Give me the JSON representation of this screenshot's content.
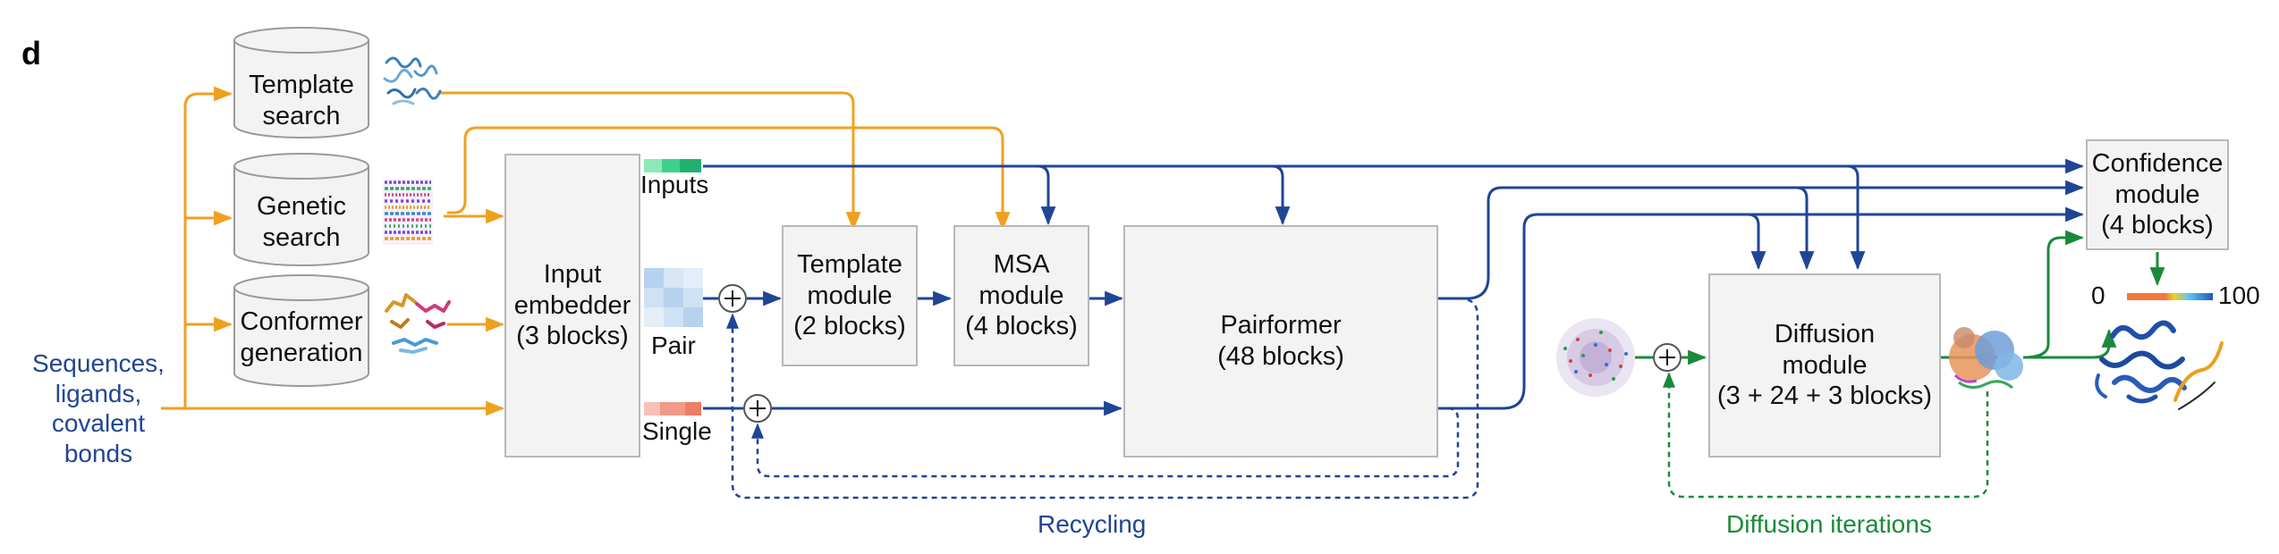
{
  "panel_letter": "d",
  "colors": {
    "orange": "#f0a020",
    "blue": "#1f4595",
    "green": "#1a8a3a",
    "box_fill": "#f3f3f3",
    "box_border": "#b8b8b8"
  },
  "inputs_text": "Sequences,\nligands,\ncovalent\nbonds",
  "databases": [
    {
      "label": "Template\nsearch"
    },
    {
      "label": "Genetic\nsearch"
    },
    {
      "label": "Conformer\ngeneration"
    }
  ],
  "modules": {
    "input_embedder": "Input\nembedder\n(3 blocks)",
    "template_module": "Template\nmodule\n(2 blocks)",
    "msa_module": "MSA\nmodule\n(4 blocks)",
    "pairformer": "Pairformer\n(48 blocks)",
    "diffusion_module": "Diffusion\nmodule\n(3 + 24 + 3 blocks)",
    "confidence_module": "Confidence\nmodule\n(4 blocks)"
  },
  "representations": {
    "inputs": "Inputs",
    "pair": "Pair",
    "single": "Single"
  },
  "confidence_scale": {
    "min": "0",
    "max": "100"
  },
  "loops": {
    "recycling": "Recycling",
    "diffusion_iterations": "Diffusion iterations"
  },
  "icons": [
    "template-structure-icon",
    "msa-alignment-icon",
    "conformer-molecules-icon",
    "noise-cloud-icon",
    "atom-structure-icon",
    "predicted-protein-icon"
  ]
}
